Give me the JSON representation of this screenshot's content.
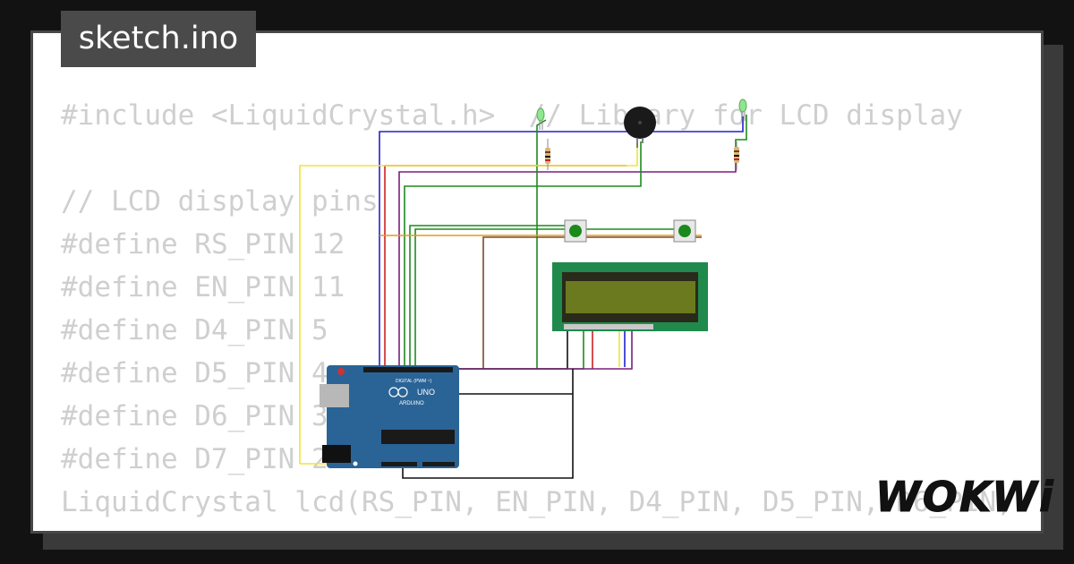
{
  "tab": {
    "filename": "sketch.ino"
  },
  "code_lines": [
    "#include <LiquidCrystal.h>  // Library for LCD display",
    "",
    "// LCD display pins",
    "#define RS_PIN 12",
    "#define EN_PIN 11",
    "#define D4_PIN 5",
    "#define D5_PIN 4",
    "#define D6_PIN 3",
    "#define D7_PIN 2",
    "LiquidCrystal lcd(RS_PIN, EN_PIN, D4_PIN, D5_PIN, D6_PIN,"
  ],
  "board": {
    "model": "UNO",
    "brand": "ARDUINO",
    "header_label": "DIGITAL (PWM ~)"
  },
  "logo": {
    "text": "WOKWi"
  },
  "colors": {
    "board": "#2a6496",
    "lcd_frame": "#1f8a4c",
    "lcd_screen": "#6b7a1e",
    "button_cap": "#1a8a1a",
    "led": "#8ee68e",
    "wire_blue": "#2222cc",
    "wire_red": "#cc2222",
    "wire_purple": "#7a1f7a",
    "wire_green": "#1f8a1f",
    "wire_yellow": "#f2e33a",
    "wire_orange": "#e69a1a",
    "wire_brown": "#7a4a2a",
    "wire_black": "#111111"
  }
}
